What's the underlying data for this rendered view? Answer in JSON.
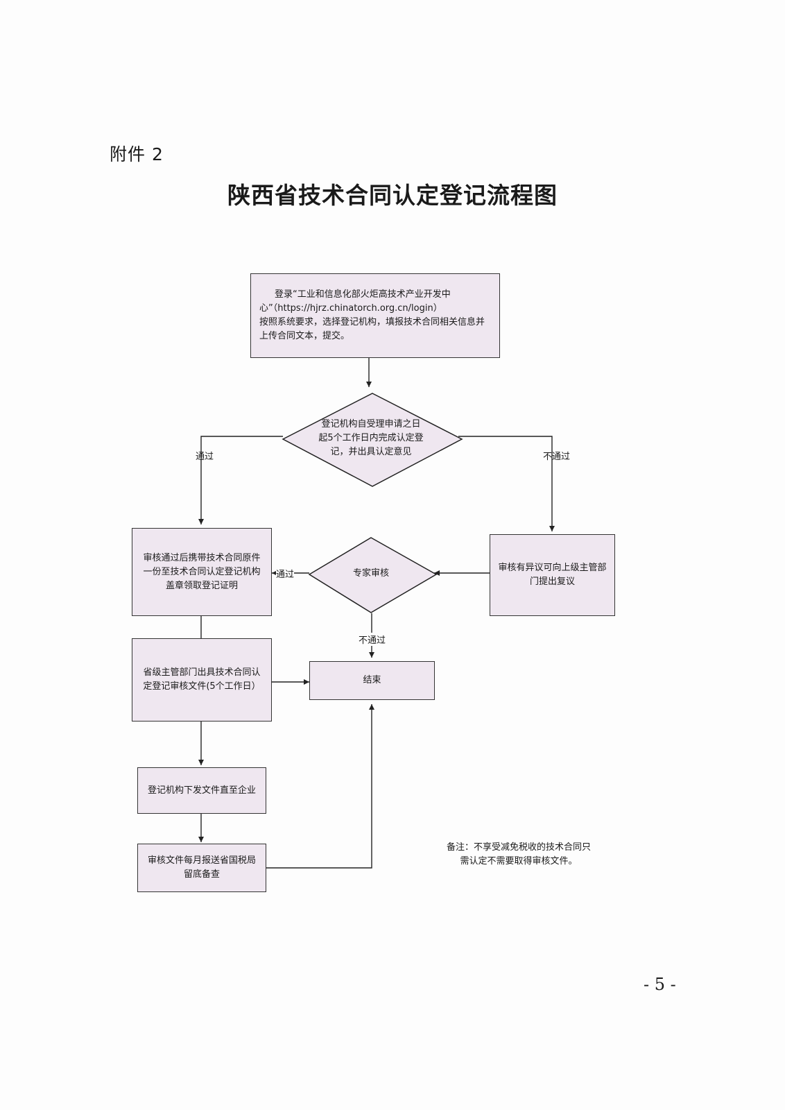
{
  "attachment_label": "附件 2",
  "title": "陕西省技术合同认定登记流程图",
  "page_number": "- 5 -",
  "nodes": {
    "login": {
      "line1": "登录“工业和信息化部火炬高技术产业开发中",
      "line2": "心”（https://hjrz.chinatorch.org.cn/login）",
      "line3": "按照系统要求，选择登记机构，填报技术合同相关信息并",
      "line4": "上传合同文本，提交。"
    },
    "decision_registration": {
      "line1": "登记机构自受理申请之日",
      "line2": "起5个工作日内完成认定登",
      "line3": "记，并出具认定意见"
    },
    "certificate": {
      "line1": "审核通过后携带技术合同原件",
      "line2": "一份至技术合同认定登记机构",
      "line3": "盖章领取登记证明"
    },
    "expert_review": "专家审核",
    "appeal": {
      "line1": "审核有异议可向上级主管部",
      "line2": "门提出复议"
    },
    "provincial": {
      "line1": "省级主管部门出具技术合同认",
      "line2": "定登记审核文件(5个工作日）"
    },
    "end": "结束",
    "issue": "登记机构下发文件直至企业",
    "tax_report": {
      "line1": "审核文件每月报送省国税局",
      "line2": "留底备查"
    }
  },
  "edge_labels": {
    "pass_left": "通过",
    "fail_right": "不通过",
    "expert_pass": "通过",
    "expert_fail": "不通过"
  },
  "note": {
    "line1": "备注：不享受减免税收的技术合同只",
    "line2": "需认定不需要取得审核文件。"
  }
}
